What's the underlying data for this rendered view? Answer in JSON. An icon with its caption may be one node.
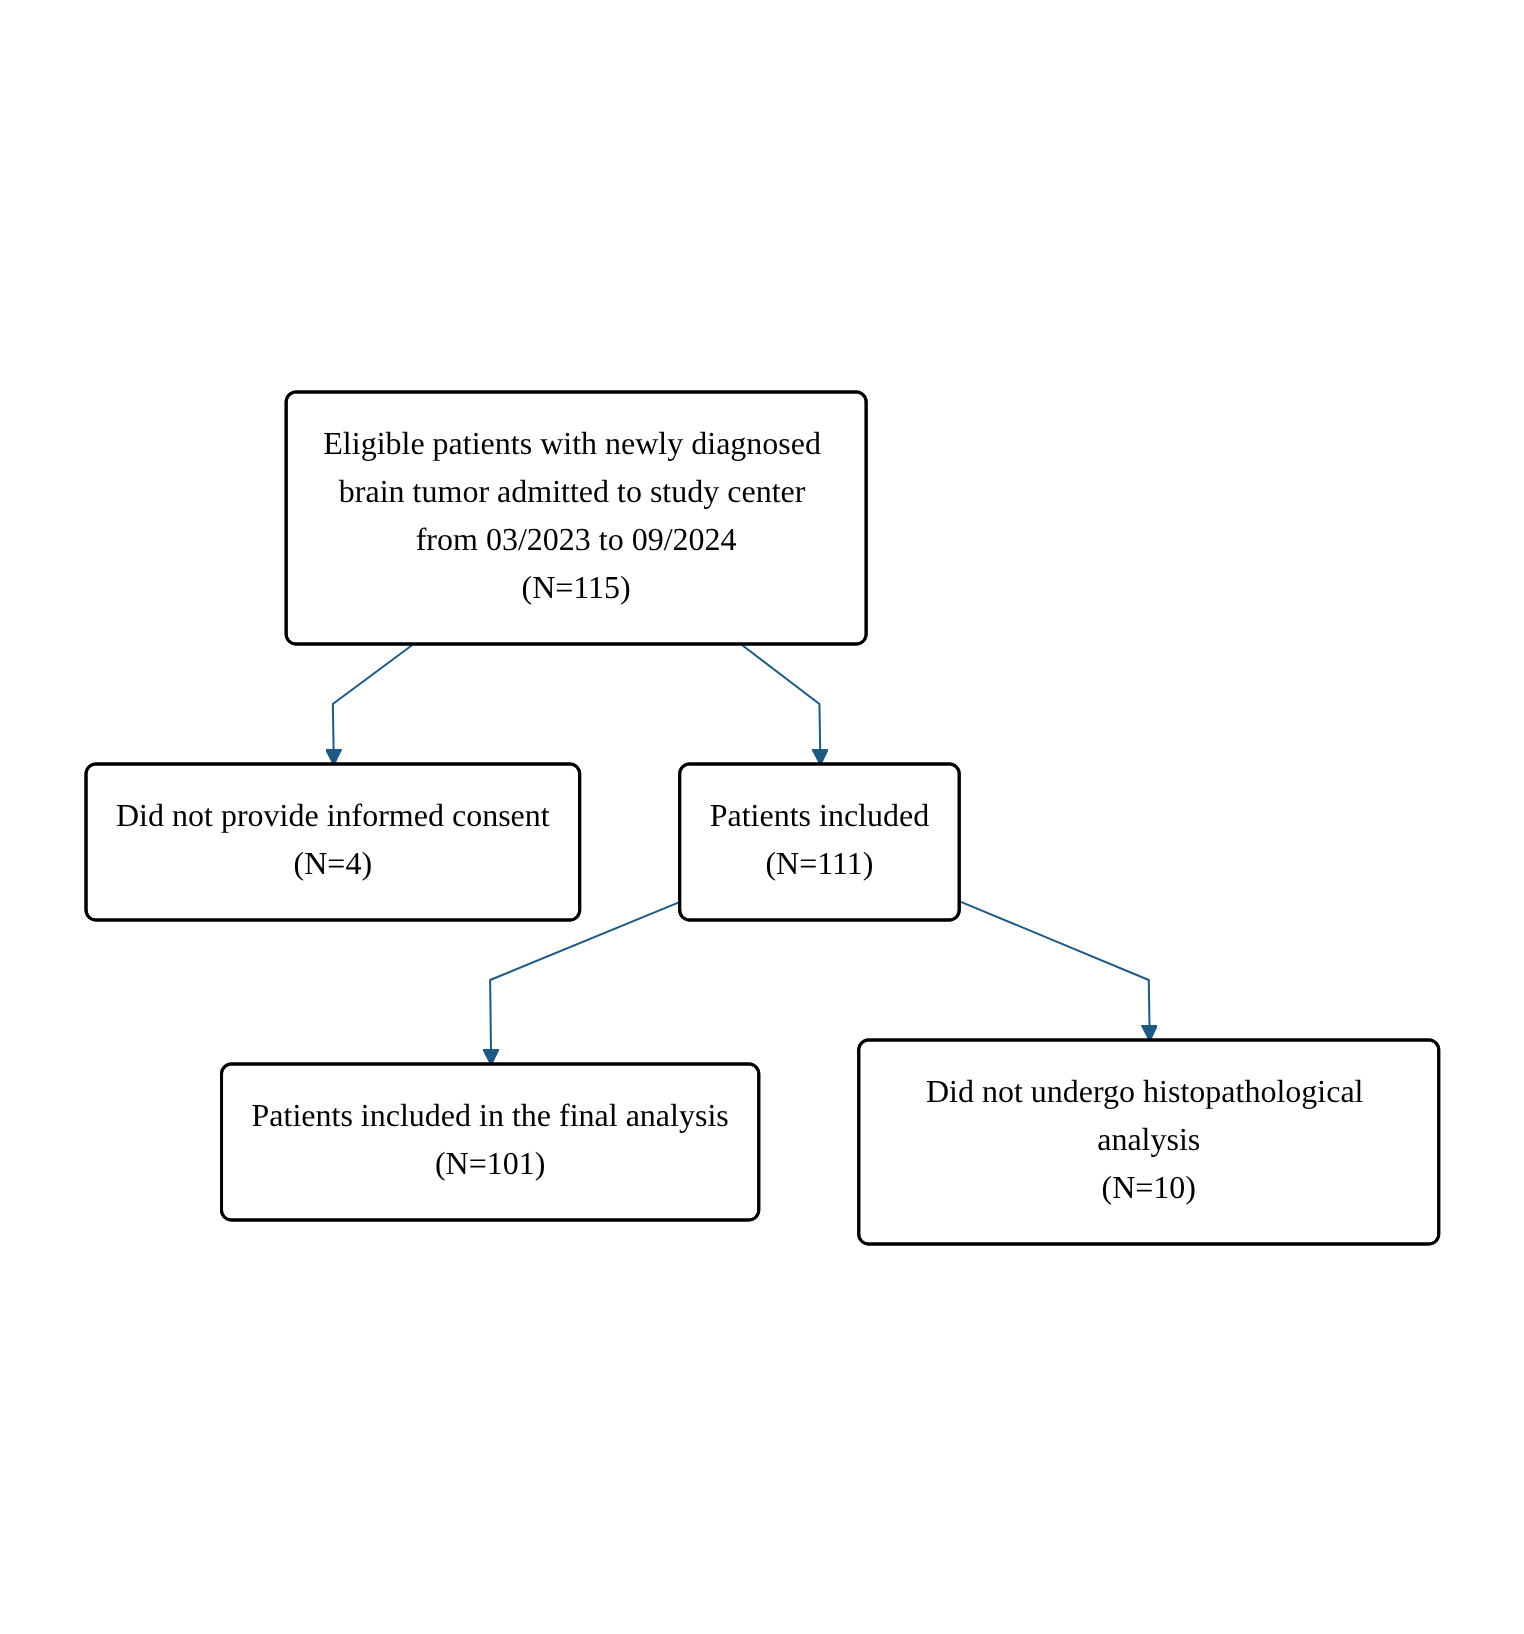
{
  "diagram": {
    "nodes": [
      {
        "text": [
          "Eligible patients with newly diagnosed brain tumor admitted to study center from 03/2023 to 09/2024",
          "(N=115)"
        ]
      },
      {
        "text": [
          "Did not provide informed consent",
          "(N=4)"
        ]
      },
      {
        "text": [
          "Patients included",
          "(N=111)"
        ]
      },
      {
        "text": [
          "Did not undergo histopathological analysis",
          "(N=10)"
        ]
      },
      {
        "text": [
          "Patients included in the final analysis",
          "(N=101)"
        ]
      }
    ],
    "edges": [
      {
        "from": 0,
        "to": 2,
        "arrow": "to"
      },
      {
        "from": 0,
        "to": 1,
        "arrow": "to"
      },
      {
        "from": 2,
        "to": 4,
        "arrow": "to"
      },
      {
        "from": 2,
        "to": 3,
        "arrow": "to"
      }
    ]
  }
}
